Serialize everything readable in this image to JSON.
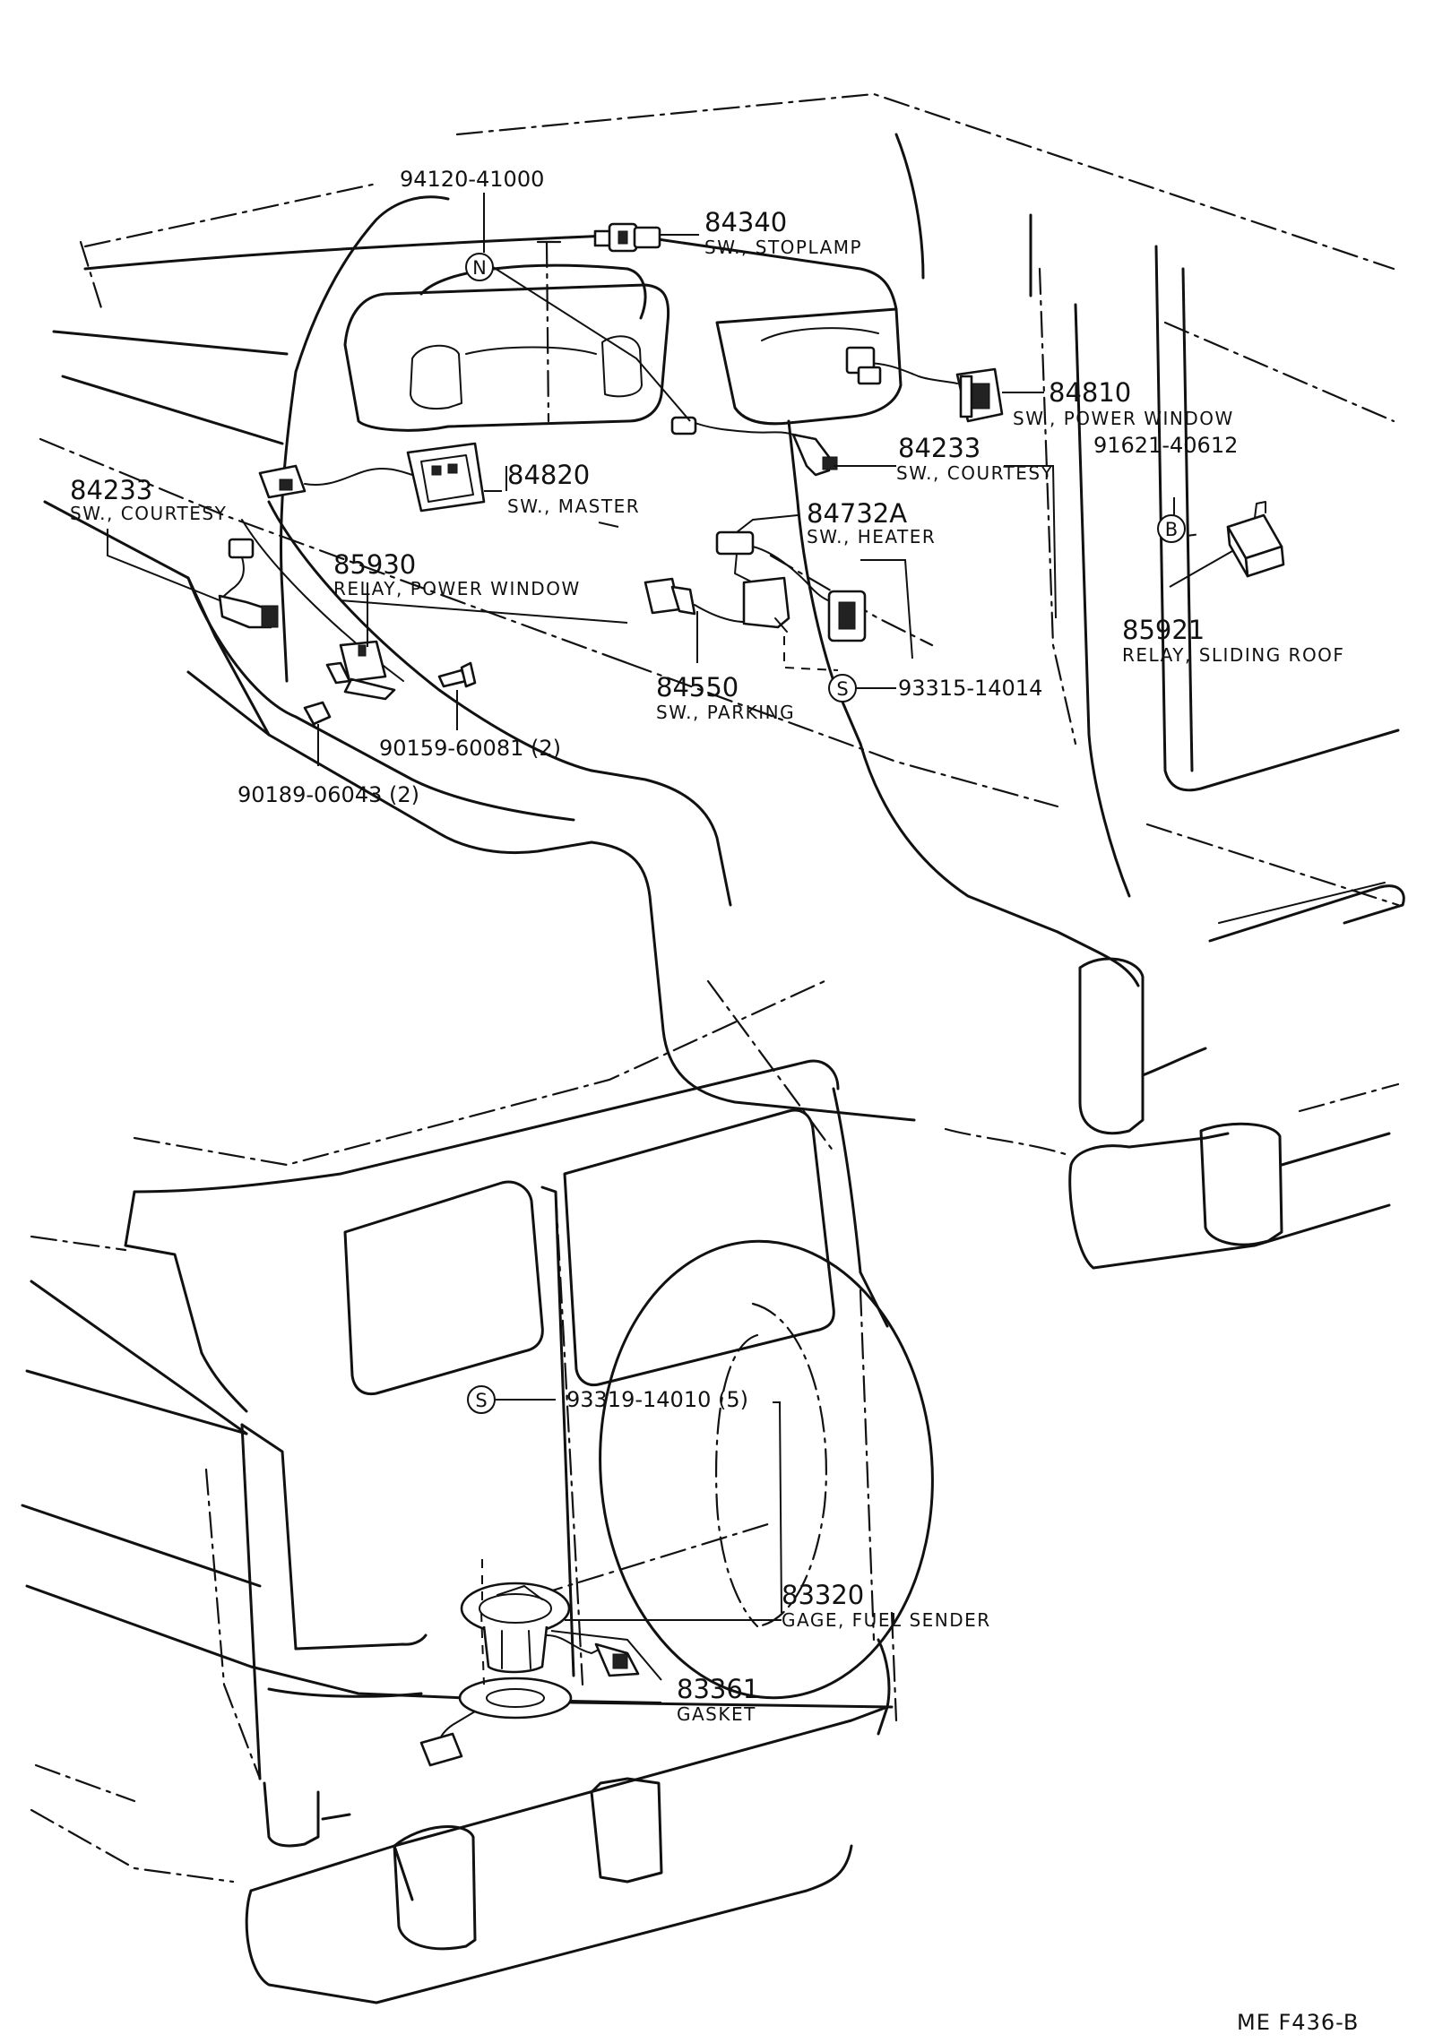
{
  "parts": {
    "p94120": {
      "number": "94120-41000"
    },
    "p84340": {
      "number": "84340",
      "name": "SW., STOPLAMP"
    },
    "p84810": {
      "number": "84810",
      "name": "SW., POWER WINDOW"
    },
    "p84233_right": {
      "number": "84233",
      "name": "SW., COURTESY"
    },
    "p91621": {
      "number": "91621-40612"
    },
    "p84233_left": {
      "number": "84233",
      "name": "SW., COURTESY"
    },
    "p84820": {
      "number": "84820",
      "name": "SW., MASTER"
    },
    "p84732A": {
      "number": "84732A",
      "name": "SW., HEATER"
    },
    "p85930": {
      "number": "85930",
      "name": "RELAY, POWER WINDOW"
    },
    "p85921": {
      "number": "85921",
      "name": "RELAY, SLIDING ROOF"
    },
    "p93315": {
      "number": "93315-14014"
    },
    "p84550": {
      "number": "84550",
      "name": "SW., PARKING"
    },
    "p90159": {
      "number": "90159-60081 (2)"
    },
    "p90189": {
      "number": "90189-06043 (2)"
    },
    "p93319": {
      "number": "93319-14010 (5)"
    },
    "p83320": {
      "number": "83320",
      "name": "GAGE, FUEL SENDER"
    },
    "p83361": {
      "number": "83361",
      "name": "GASKET"
    }
  },
  "symbols": {
    "n": "N",
    "s1": "S",
    "b": "B",
    "s2": "S"
  },
  "figure_code": "ME  F436-B"
}
